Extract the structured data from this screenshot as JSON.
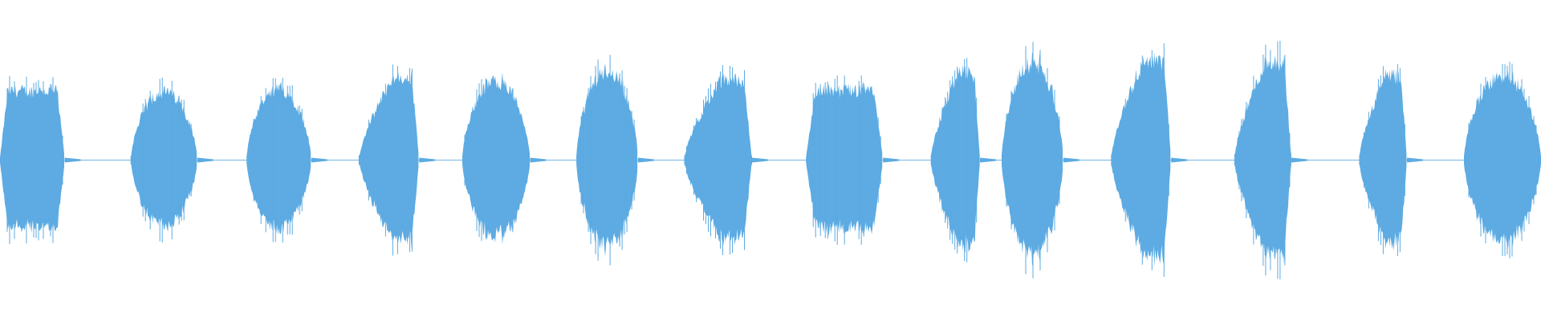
{
  "waveform": {
    "color": "#5dabe2",
    "background": "#ffffff",
    "segments": [
      {
        "start": 0.0,
        "end": 0.042,
        "peak": 0.63,
        "shape": "flat"
      },
      {
        "start": 0.085,
        "end": 0.128,
        "peak": 0.62,
        "shape": "round"
      },
      {
        "start": 0.16,
        "end": 0.202,
        "peak": 0.64,
        "shape": "round"
      },
      {
        "start": 0.233,
        "end": 0.272,
        "peak": 0.73,
        "shape": "rise"
      },
      {
        "start": 0.3,
        "end": 0.344,
        "peak": 0.72,
        "shape": "round"
      },
      {
        "start": 0.374,
        "end": 0.414,
        "peak": 0.81,
        "shape": "round"
      },
      {
        "start": 0.444,
        "end": 0.488,
        "peak": 0.73,
        "shape": "rise"
      },
      {
        "start": 0.523,
        "end": 0.573,
        "peak": 0.63,
        "shape": "flat"
      },
      {
        "start": 0.604,
        "end": 0.636,
        "peak": 0.78,
        "shape": "rise"
      },
      {
        "start": 0.65,
        "end": 0.69,
        "peak": 0.88,
        "shape": "round"
      },
      {
        "start": 0.721,
        "end": 0.76,
        "peak": 0.9,
        "shape": "rise"
      },
      {
        "start": 0.801,
        "end": 0.838,
        "peak": 0.89,
        "shape": "rise"
      },
      {
        "start": 0.882,
        "end": 0.913,
        "peak": 0.76,
        "shape": "rise"
      },
      {
        "start": 0.95,
        "end": 1.0,
        "peak": 0.76,
        "shape": "round"
      }
    ]
  }
}
